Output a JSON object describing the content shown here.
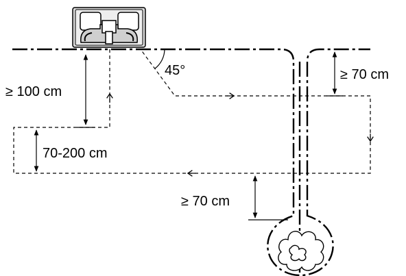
{
  "labels": {
    "min_distance_100": "≥ 100 cm",
    "range_70_200": "70-200 cm",
    "min_distance_70_right": "≥ 70 cm",
    "min_distance_70_bottom": "≥ 70 cm",
    "angle": "45°"
  },
  "colors": {
    "line": "#000000",
    "station_body": "#d8d8d8",
    "station_panel": "#ffffff"
  },
  "icons": {
    "charging_station": "charging-station-icon",
    "obstacle": "bush-icon"
  }
}
